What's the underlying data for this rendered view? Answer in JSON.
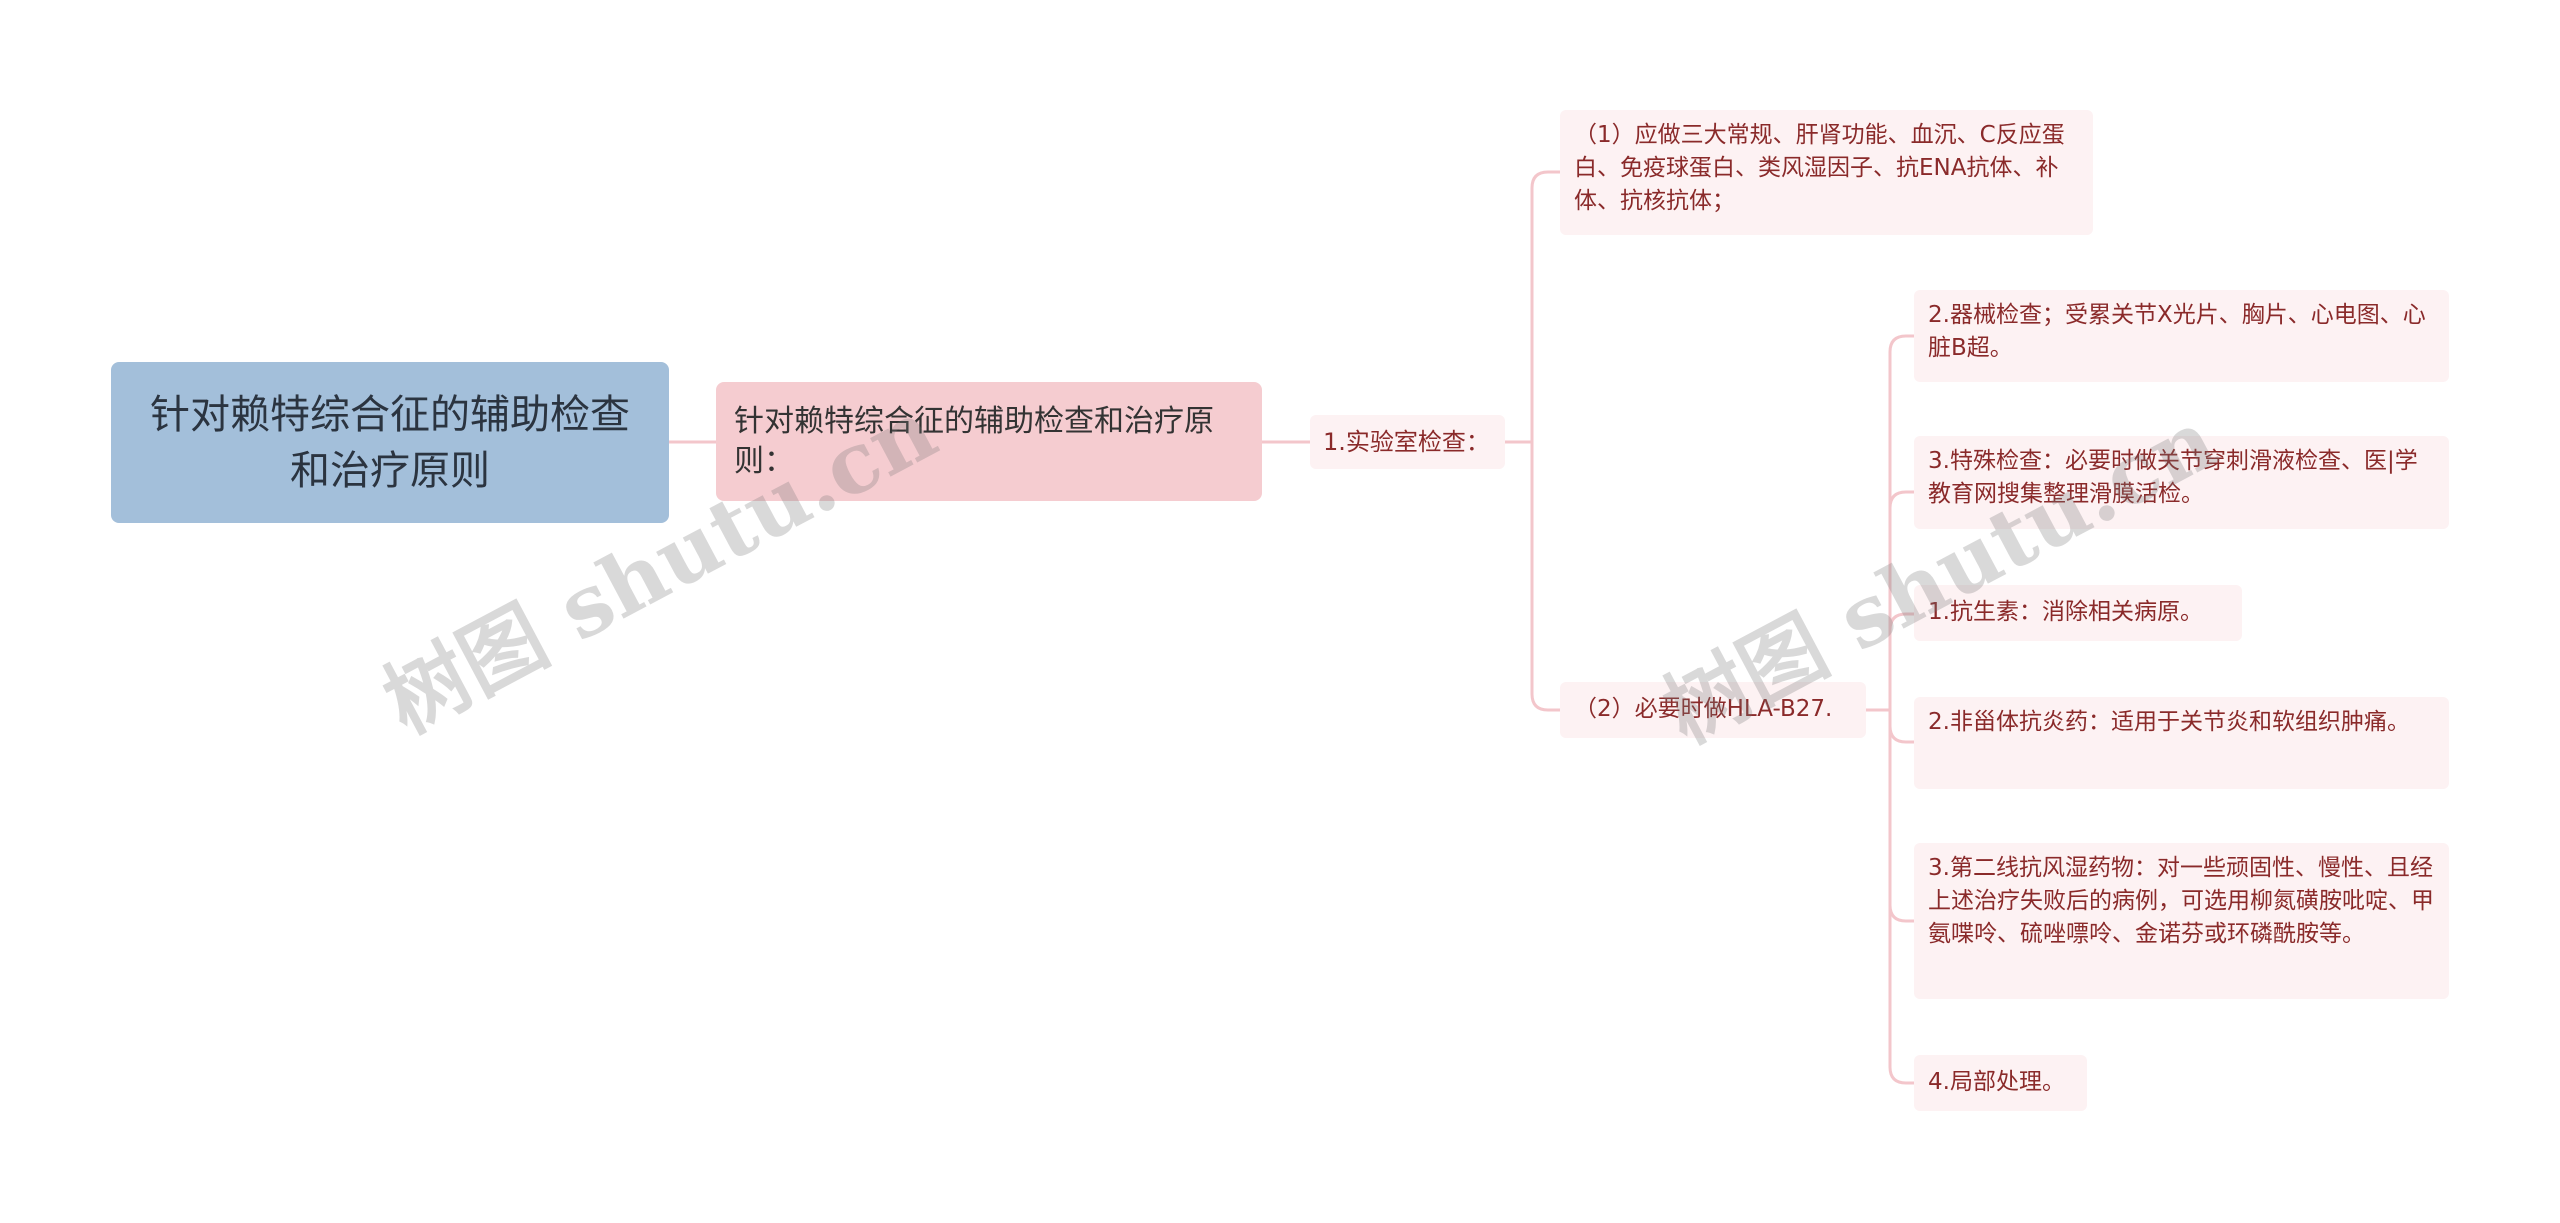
{
  "root": {
    "title": "针对赖特综合征的辅助检查和治疗原则"
  },
  "level1": {
    "text": "针对赖特综合征的辅助检查和治疗原则："
  },
  "level2": {
    "text": "1.实验室检查："
  },
  "level3": [
    {
      "text": "（1）应做三大常规、肝肾功能、血沉、C反应蛋白、免疫球蛋白、类风湿因子、抗ENA抗体、补体、抗核抗体；"
    },
    {
      "text": "（2）必要时做HLA-B27."
    }
  ],
  "level4": [
    {
      "text": "2.器械检查；受累关节X光片、胸片、心电图、心脏B超。"
    },
    {
      "text": "3.特殊检查：必要时做关节穿刺滑液检查、医|学教育网搜集整理滑膜活检。"
    },
    {
      "text": "1.抗生素：消除相关病原。"
    },
    {
      "text": "2.非甾体抗炎药：适用于关节炎和软组织肿痛。"
    },
    {
      "text": "3.第二线抗风湿药物：对一些顽固性、慢性、且经上述治疗失败后的病例，可选用柳氮磺胺吡啶、甲氨喋呤、硫唑嘌呤、金诺芬或环磷酰胺等。"
    },
    {
      "text": "4.局部处理。"
    }
  ],
  "watermarks": [
    "树图 shutu.cn",
    "树图 shutu.cn"
  ],
  "colors": {
    "root_bg": "#a3bfda",
    "level1_bg": "#f5ccd0",
    "leaf_bg": "#fdf2f3",
    "connector": "#f3c6cb",
    "leaf_text": "#8a2a2a"
  }
}
